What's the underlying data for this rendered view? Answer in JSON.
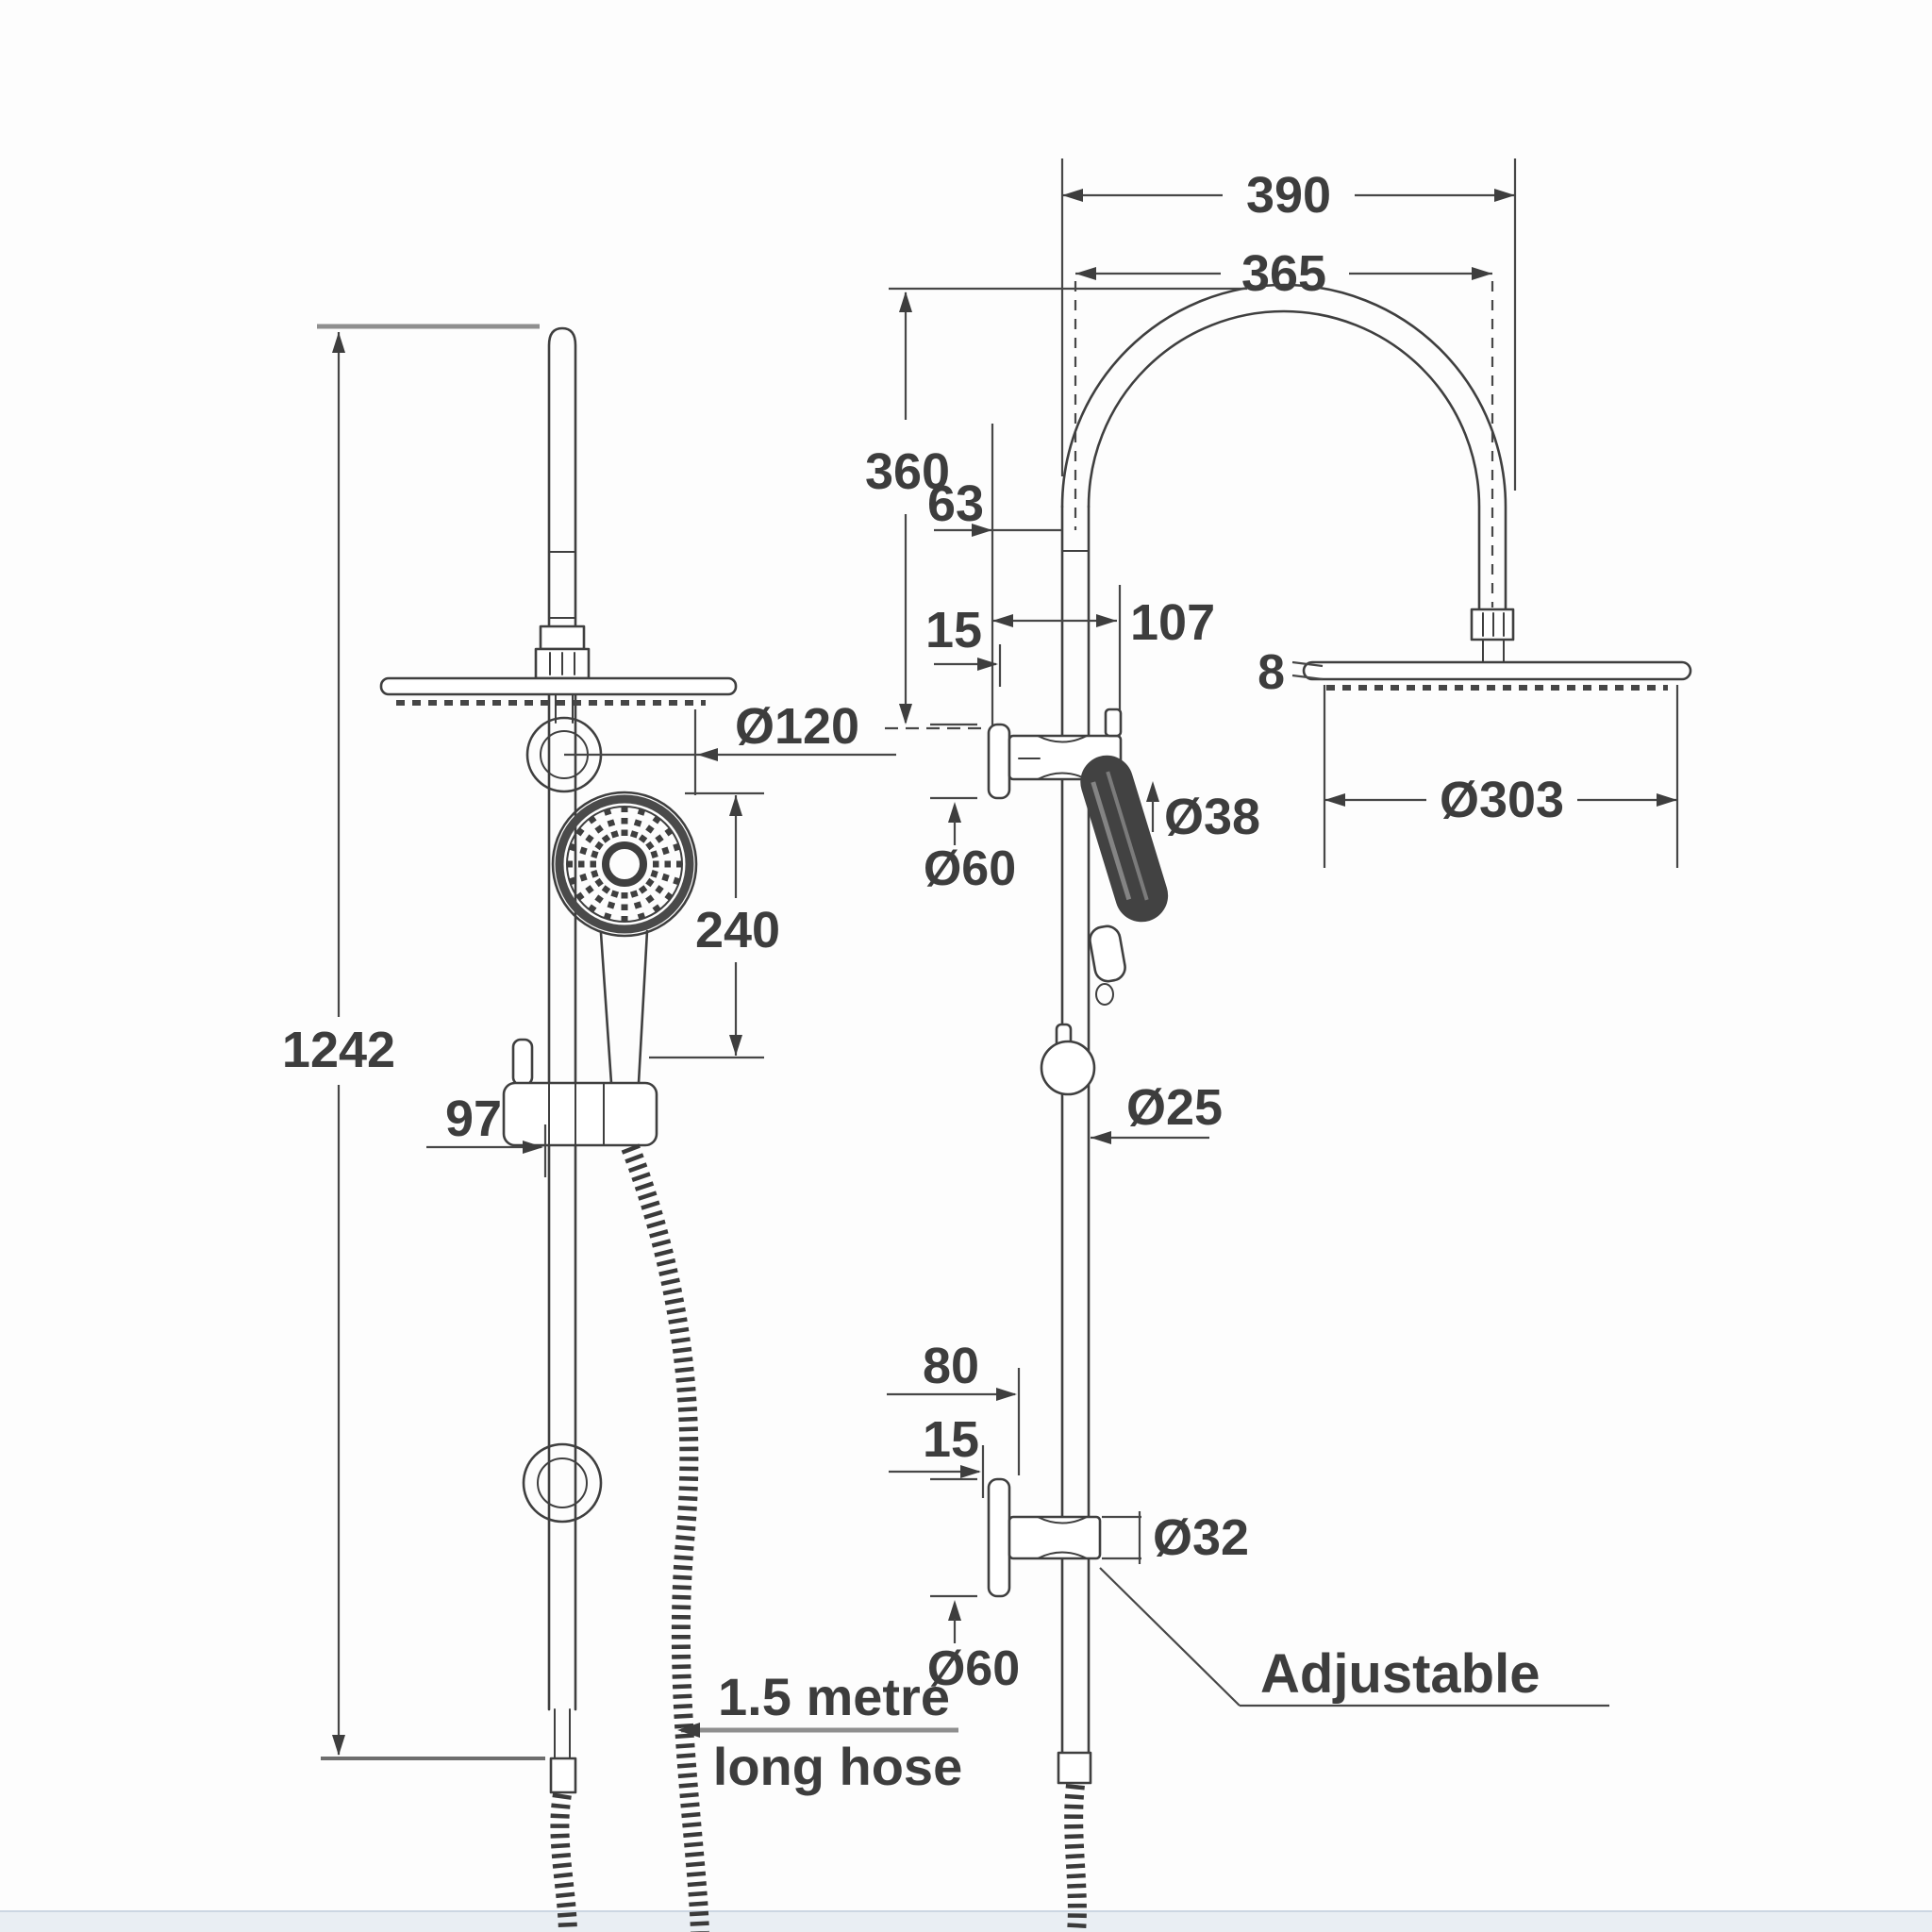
{
  "drawing_type": "shower-rail-technical-dimension-drawing",
  "front_view": {
    "overall_height": "1242",
    "slider_height": "97",
    "handset_diameter": "Ø120",
    "handset_length": "240",
    "hose_note_line1": "1.5 metre",
    "hose_note_line2": "long hose"
  },
  "side_view": {
    "overall_projection": "390",
    "arm_span": "365",
    "arm_rise": "360",
    "wall_to_rail": "63",
    "bracket_offset_top": "15",
    "rail_to_handset": "107",
    "head_thickness": "8",
    "overhead_diameter": "Ø303",
    "joint_diameter": "Ø38",
    "flange_diameter_top": "Ø60",
    "rail_diameter": "Ø25",
    "bottom_bracket_offset": "80",
    "bracket_offset_bottom": "15",
    "bottom_joint_diameter": "Ø32",
    "flange_diameter_bottom": "Ø60",
    "adjustable_note": "Adjustable"
  },
  "style": {
    "line_color": "#3f3f3f",
    "dimension_color": "#474747",
    "extension_line_color": "#8f8f8f",
    "footer_band_color": "#e9eef3",
    "background": "#fdfdfd"
  }
}
